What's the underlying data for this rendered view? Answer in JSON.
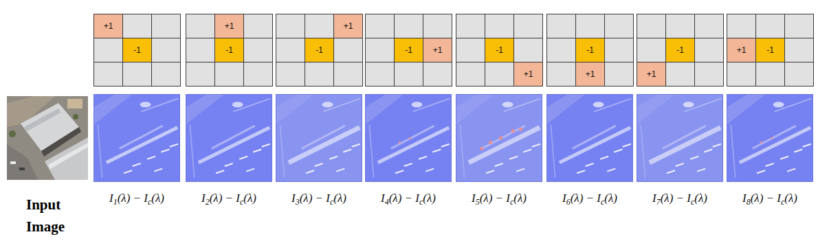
{
  "diagram": {
    "nodes": [
      {
        "text": [
          "+1"
        ]
      },
      {
        "text": [
          "-1"
        ]
      },
      {
        "text": [
          "+1"
        ]
      },
      {
        "text": [
          "-1"
        ]
      },
      {
        "text": [
          "+1"
        ]
      },
      {
        "text": [
          "-1"
        ]
      },
      {
        "text": [
          "-1"
        ]
      },
      {
        "text": [
          "+1"
        ]
      },
      {
        "text": [
          "-1"
        ]
      },
      {
        "text": [
          "+1"
        ]
      },
      {
        "text": [
          "-1"
        ]
      },
      {
        "text": [
          "+1"
        ]
      },
      {
        "text": [
          "-1"
        ]
      },
      {
        "text": [
          "+1"
        ]
      },
      {
        "text": [
          "+1"
        ]
      },
      {
        "text": [
          "-1"
        ]
      }
    ],
    "labels": [
      "I1(λ) − Ic(λ)",
      "I2(λ) − Ic(λ)",
      "I3(λ) − Ic(λ)",
      "I4(λ) − Ic(λ)",
      "I5(λ) − Ic(λ)",
      "I6(λ) − Ic(λ)",
      "I7(λ) − Ic(λ)",
      "I8(λ) − Ic(λ)",
      "Input Image"
    ]
  }
}
